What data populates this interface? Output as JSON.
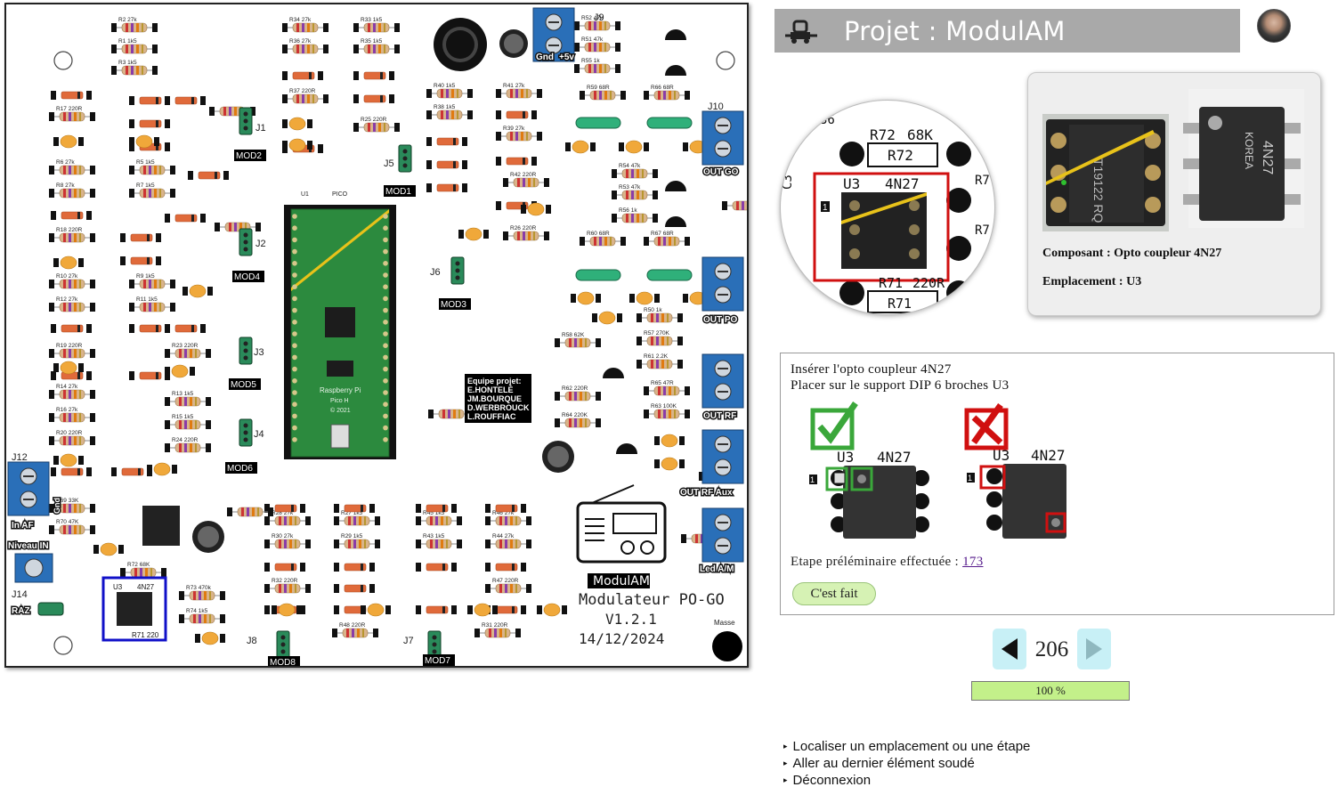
{
  "header": {
    "title": "Projet : ModulAM",
    "logo_icon": "robot-logo-icon",
    "avatar_icon": "user-avatar-icon"
  },
  "board": {
    "team": [
      "Equipe projet:",
      "E.HONTELÉ",
      "JM.BOURQUE",
      "D.WERBROUCK",
      "L.ROUFFIAC"
    ],
    "brand": "ModulAM",
    "subtitle": "Modulateur PO-GO",
    "version": "V1.2.1",
    "date": "14/12/2024",
    "pico_labels": [
      "U1",
      "PICO"
    ],
    "pico_text": [
      "Raspberry Pi",
      "Pico H",
      "© 2021"
    ],
    "modules": [
      "MOD2",
      "MOD1",
      "MOD4",
      "MOD3",
      "MOD5",
      "MOD6",
      "MOD8",
      "MOD7"
    ],
    "connectors": [
      "J1",
      "J2",
      "J3",
      "J4",
      "J5",
      "J6",
      "J7",
      "J8",
      "J9",
      "J10",
      "J12",
      "J14"
    ],
    "outputs": [
      "OUT GO",
      "OUT PO",
      "OUT RF",
      "OUT RF Aux",
      "Led A/M"
    ],
    "power": [
      "Gnd",
      "+5v"
    ],
    "inputs": [
      "In AF",
      "Gnd",
      "Niveau IN",
      "RAZ"
    ],
    "masse": "Masse",
    "highlight": {
      "ref": "U3",
      "part": "4N27",
      "res": "R71 220"
    },
    "resistors_left": [
      "R17 220R",
      "R6 27k",
      "R8 27k",
      "R18 220R",
      "R10 27k",
      "R12 27k",
      "R19 220R",
      "R14 27k",
      "R16 27k",
      "R20 220R",
      "R69 33K",
      "R70 47K"
    ],
    "resistors_mid": [
      "R2 27k",
      "R1 1k5",
      "R3 1k5",
      "R5 1k5",
      "R7 1k5",
      "R9 1k5",
      "R11 1k5",
      "R23 220R",
      "R13 1k5",
      "R15 1k5",
      "R24 220R",
      "R72 68K",
      "R73 470k",
      "R74 1k5"
    ],
    "resistors_center": [
      "R34 27k",
      "R36 27k",
      "R33 1k5",
      "R35 1k5",
      "R37 220R",
      "R25 220R",
      "R28 27k",
      "R30 27k",
      "R27 1k5",
      "R29 1k5",
      "R32 220R",
      "R48 220R"
    ],
    "resistors_right": [
      "R40 1k5",
      "R38 1k5",
      "R41 27k",
      "R39 27k",
      "R42 220R",
      "R26 220R",
      "R45 1k5",
      "R43 1k5",
      "R46 27k",
      "R44 27k",
      "R47 220R",
      "R31 220R",
      "R52 47k",
      "R51 47k",
      "R55 1k",
      "R59 68R",
      "R66 68R",
      "R54 47k",
      "R53 47k",
      "R56 1k",
      "R60 68R",
      "R67 68R",
      "R50 1k",
      "R57 270K",
      "R61 2.2K",
      "R65 47R",
      "R63 100K",
      "R58 62K",
      "R62 220R",
      "R64 220K"
    ]
  },
  "zoom": {
    "labels": [
      "R72",
      "68K",
      "R72",
      "U3",
      "4N27",
      "R71",
      "220R",
      "R71",
      "36",
      "C3",
      "R7",
      "R7"
    ],
    "pin1": "1"
  },
  "card": {
    "component_line": "Composant : Opto coupleur 4N27",
    "location_line": "Emplacement : U3",
    "chip_text": [
      "4N27",
      "T19122 RQ",
      "KOREA"
    ]
  },
  "panel": {
    "instruction_1": "Insérer l'opto coupleur 4N27",
    "instruction_2": "Placer sur le support DIP 6 broches U3",
    "good": {
      "ref": "U3",
      "part": "4N27",
      "pin": "1",
      "icon": "check-icon"
    },
    "bad": {
      "ref": "U3",
      "part": "4N27",
      "pin": "1",
      "icon": "cross-icon"
    },
    "step_prefix": "Etape préléminaire effectuée : ",
    "step_link": "173",
    "done_button": "C'est fait"
  },
  "pager": {
    "page": "206",
    "prev_icon": "arrow-left-icon",
    "next_icon": "arrow-right-icon",
    "progress_text": "100 %",
    "progress_value": 1.0
  },
  "links": [
    "Localiser un emplacement ou une étape",
    "Aller au dernier élément soudé",
    "Déconnexion"
  ],
  "colors": {
    "header_bg": "#a9a9a9",
    "highlight_board": "#1010c8",
    "highlight_zoom": "#d01010",
    "ok_green": "#3aa73a",
    "bad_red": "#d01010",
    "pcb_green": "#2e8b3a",
    "terminal_blue": "#2a6fb8",
    "progress_fill": "#c3f08a",
    "nav_button": "#c8f0f6"
  }
}
